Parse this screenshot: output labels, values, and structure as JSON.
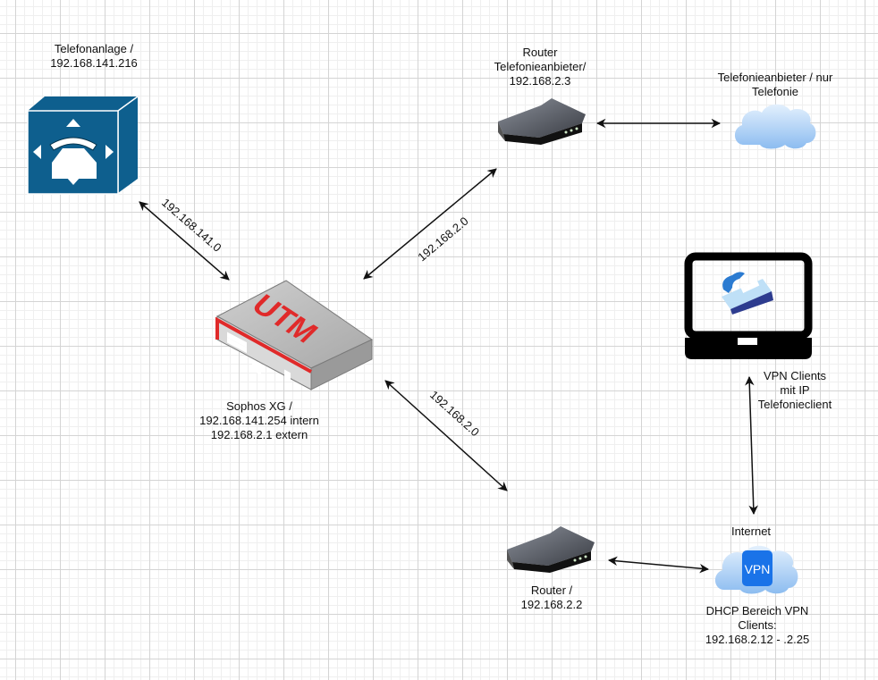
{
  "diagram": {
    "nodes": {
      "pbx": {
        "icon": "pbx-phone-cube-icon",
        "label_lines": [
          "Telefonanlage /",
          "192.168.141.216"
        ],
        "color": "#0e5f8e"
      },
      "firewall": {
        "icon": "utm-appliance-icon",
        "badge": "UTM",
        "label_lines": [
          "Sophos XG /",
          "192.168.141.254 intern",
          "192.168.2.1 extern"
        ],
        "color": "#e02a2a"
      },
      "router_provider": {
        "icon": "router-icon",
        "label_lines": [
          "Router",
          "Telefonieanbieter/",
          "192.168.2.3"
        ]
      },
      "provider_cloud": {
        "icon": "cloud-icon",
        "label_lines": [
          "Telefonieanbieter / nur",
          "Telefonie"
        ],
        "color": "#9cc6f2"
      },
      "vpn_client": {
        "icon": "laptop-ip-phone-icon",
        "label_lines": [
          "VPN Clients",
          "mit IP",
          "Telefonieclient"
        ]
      },
      "router": {
        "icon": "router-icon",
        "label_lines": [
          "Router /",
          "192.168.2.2"
        ]
      },
      "internet": {
        "icon": "vpn-cloud-icon",
        "badge": "VPN",
        "top_label": "Internet",
        "label_lines": [
          "DHCP Bereich VPN",
          "Clients:",
          "192.168.2.12 - .2.25"
        ],
        "color": "#1a73e8"
      }
    },
    "edges": [
      {
        "from": "pbx",
        "to": "firewall",
        "label": "192.168.141.0",
        "arrows": "both"
      },
      {
        "from": "firewall",
        "to": "router_provider",
        "label": "192.168.2.0",
        "arrows": "both"
      },
      {
        "from": "firewall",
        "to": "router",
        "label": "192.168.2.0",
        "arrows": "both"
      },
      {
        "from": "router_provider",
        "to": "provider_cloud",
        "label": "",
        "arrows": "both"
      },
      {
        "from": "router",
        "to": "internet",
        "label": "",
        "arrows": "both"
      },
      {
        "from": "vpn_client",
        "to": "internet",
        "label": "",
        "arrows": "both"
      }
    ]
  }
}
